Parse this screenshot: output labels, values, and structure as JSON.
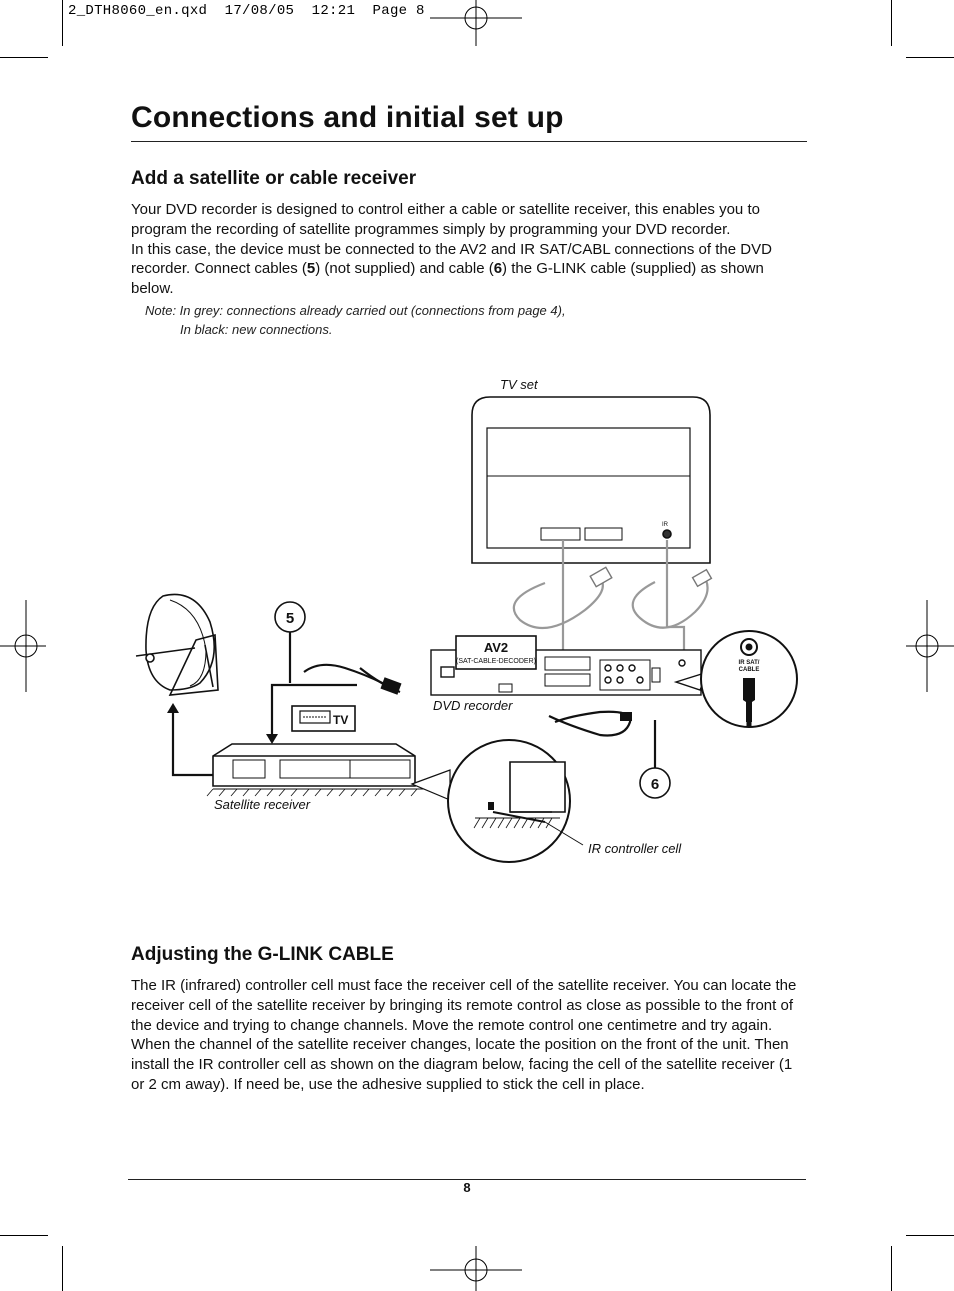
{
  "header": {
    "slug": "2_DTH8060_en.qxd  17/08/05  12:21  Page 8"
  },
  "page": {
    "title": "Connections and initial set up",
    "number": "8"
  },
  "section1": {
    "heading": "Add a satellite or cable receiver",
    "p1": "Your DVD recorder is designed to control either a cable or satellite receiver, this enables you to program the recording of satellite programmes simply by programming your DVD recorder.",
    "p2_a": "In this case, the device must be connected to the AV2 and IR SAT/CABL connections of the DVD recorder. Connect cables (",
    "p2_b": "5",
    "p2_c": ") (not supplied) and cable (",
    "p2_d": "6",
    "p2_e": ") the G-LINK cable (supplied) as shown below.",
    "note_line1": "Note: In grey: connections already carried out (connections from page 4),",
    "note_line2": "In black: new connections."
  },
  "diagram": {
    "tv_label": "TV set",
    "dvd_label": "DVD recorder",
    "sat_label": "Satellite receiver",
    "ir_label": "IR controller cell",
    "av2_label": "AV2",
    "av2_sub": "(SAT-CABLE-DECODER)",
    "tv_socket_label": "TV",
    "ir_jack_label_1": "IR SAT/",
    "ir_jack_label_2": "CABLE",
    "tv_ir_label": "IR",
    "callout_5": "5",
    "callout_6": "6"
  },
  "section2": {
    "heading": "Adjusting the G-LINK CABLE",
    "body": "The IR (infrared) controller cell must face the receiver cell of the satellite receiver. You can locate the receiver cell of the satellite receiver by bringing its remote control as close as possible to the front of the device and trying to change channels. Move the remote control one centimetre and try again. When the channel of the satellite receiver changes, locate the position on the front of the unit. Then install the IR controller cell as shown on the diagram below, facing the cell of the satellite receiver (1 or 2 cm away). If need be, use the adhesive supplied to stick the cell in place."
  }
}
